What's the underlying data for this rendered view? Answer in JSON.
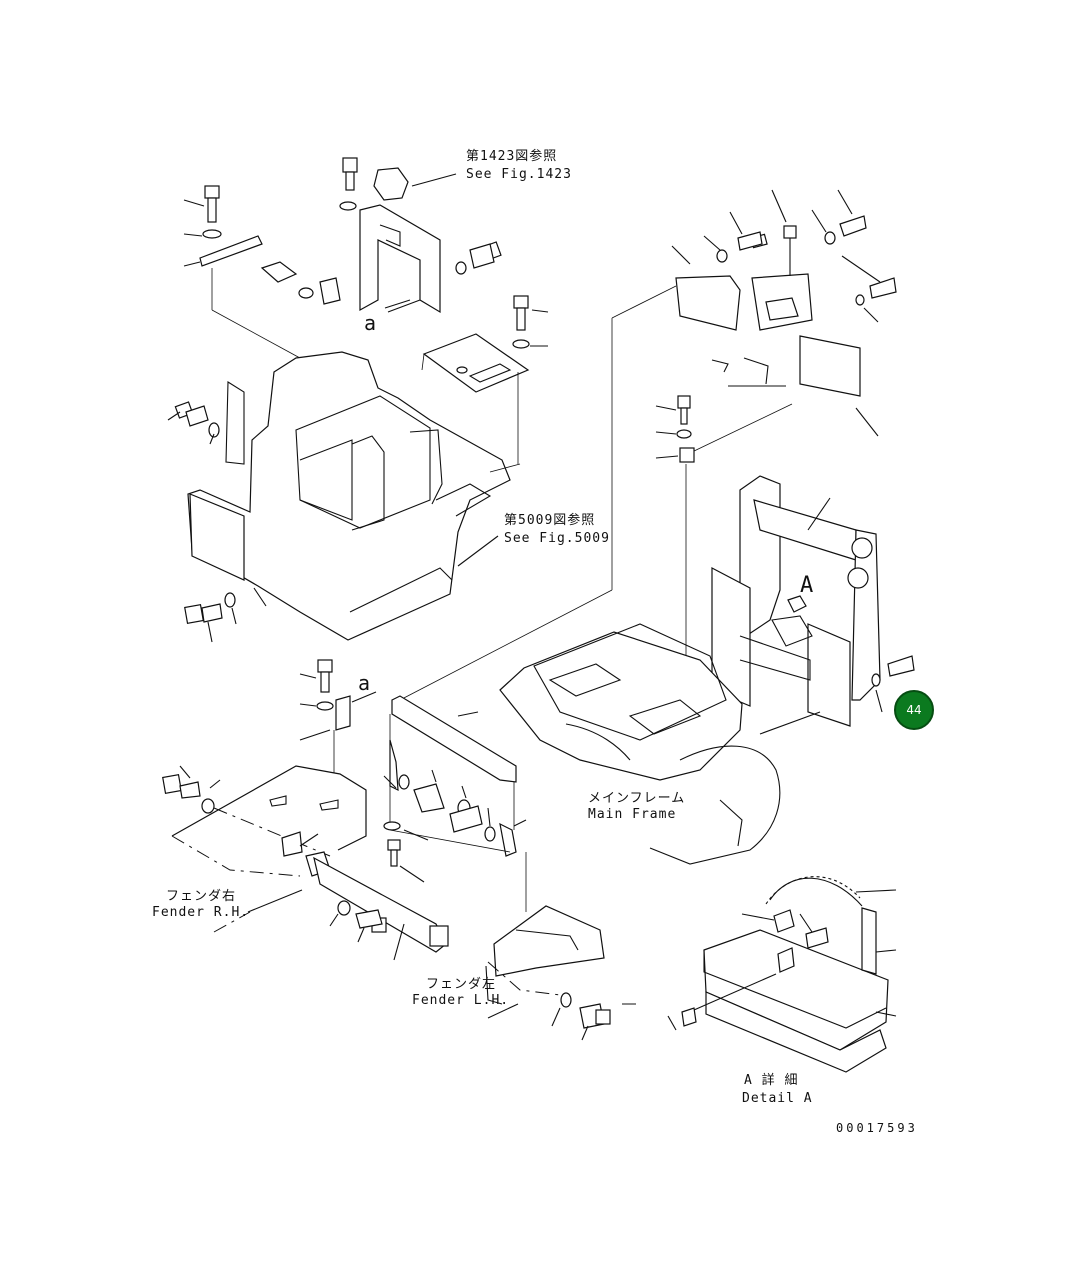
{
  "callouts": {
    "ref_1423_jp": "第1423図参照",
    "ref_1423_en": "See Fig.1423",
    "ref_5009_jp": "第5009図参照",
    "ref_5009_en": "See Fig.5009",
    "view_a_top": "a",
    "view_a_mid": "a",
    "detail_marker": "A"
  },
  "labels": {
    "main_frame_jp": "メインフレーム",
    "main_frame_en": "Main Frame",
    "fender_rh_jp": "フェンダ右",
    "fender_rh_en": "Fender R.H.",
    "fender_lh_jp": "フェンダ左",
    "fender_lh_en": "Fender L.H.",
    "detail_a_jp": "A 詳 細",
    "detail_a_en": "Detail A"
  },
  "drawing_number": "00017593",
  "badge": {
    "value": "44",
    "color": "#0b7a1f"
  }
}
